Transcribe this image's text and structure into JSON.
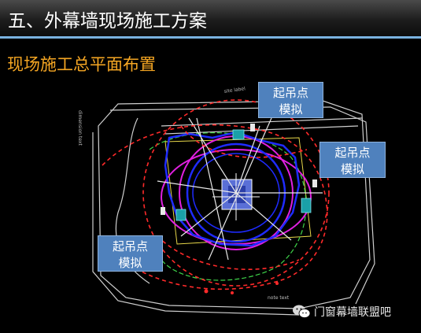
{
  "header": {
    "title": "五、外幕墙现场施工方案"
  },
  "section": {
    "subtitle": "现场施工总平面布置"
  },
  "callouts": [
    {
      "label": "起吊点\n模拟"
    },
    {
      "label": "起吊点\n模拟"
    },
    {
      "label": "起吊点\n模拟"
    }
  ],
  "watermark": {
    "text": "门窗幕墙联盟吧",
    "icon": "wechat-icon"
  },
  "colors": {
    "header_rule": "#7ab2e0",
    "subtitle": "#f5a623",
    "callout_fill": "#4f81bd",
    "crane_blue": "#1f2bff",
    "crane_magenta": "#e020e0",
    "red_dashed": "#ff2a2a"
  }
}
